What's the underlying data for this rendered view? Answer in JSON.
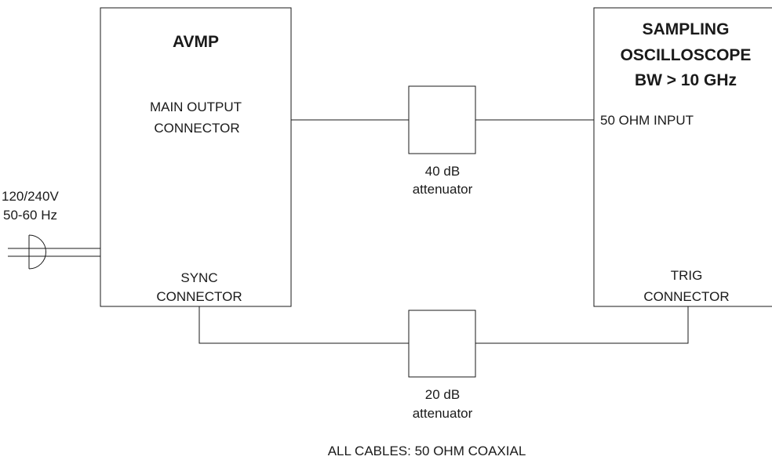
{
  "avmp": {
    "title": "AVMP",
    "main_output": [
      "MAIN OUTPUT",
      "CONNECTOR"
    ],
    "sync": [
      "SYNC",
      "CONNECTOR"
    ]
  },
  "scope": {
    "title": [
      "SAMPLING",
      "OSCILLOSCOPE",
      "BW > 10 GHz"
    ],
    "input": "50 OHM INPUT",
    "trig": [
      "TRIG",
      "CONNECTOR"
    ]
  },
  "attenuator_top": [
    "40 dB",
    "attenuator"
  ],
  "attenuator_bottom": [
    "20 dB",
    "attenuator"
  ],
  "power": [
    "120/240V",
    "50-60 Hz"
  ],
  "footer": "ALL CABLES: 50 OHM COAXIAL",
  "colors": {
    "line": "#1a1a1a",
    "background": "#ffffff"
  }
}
